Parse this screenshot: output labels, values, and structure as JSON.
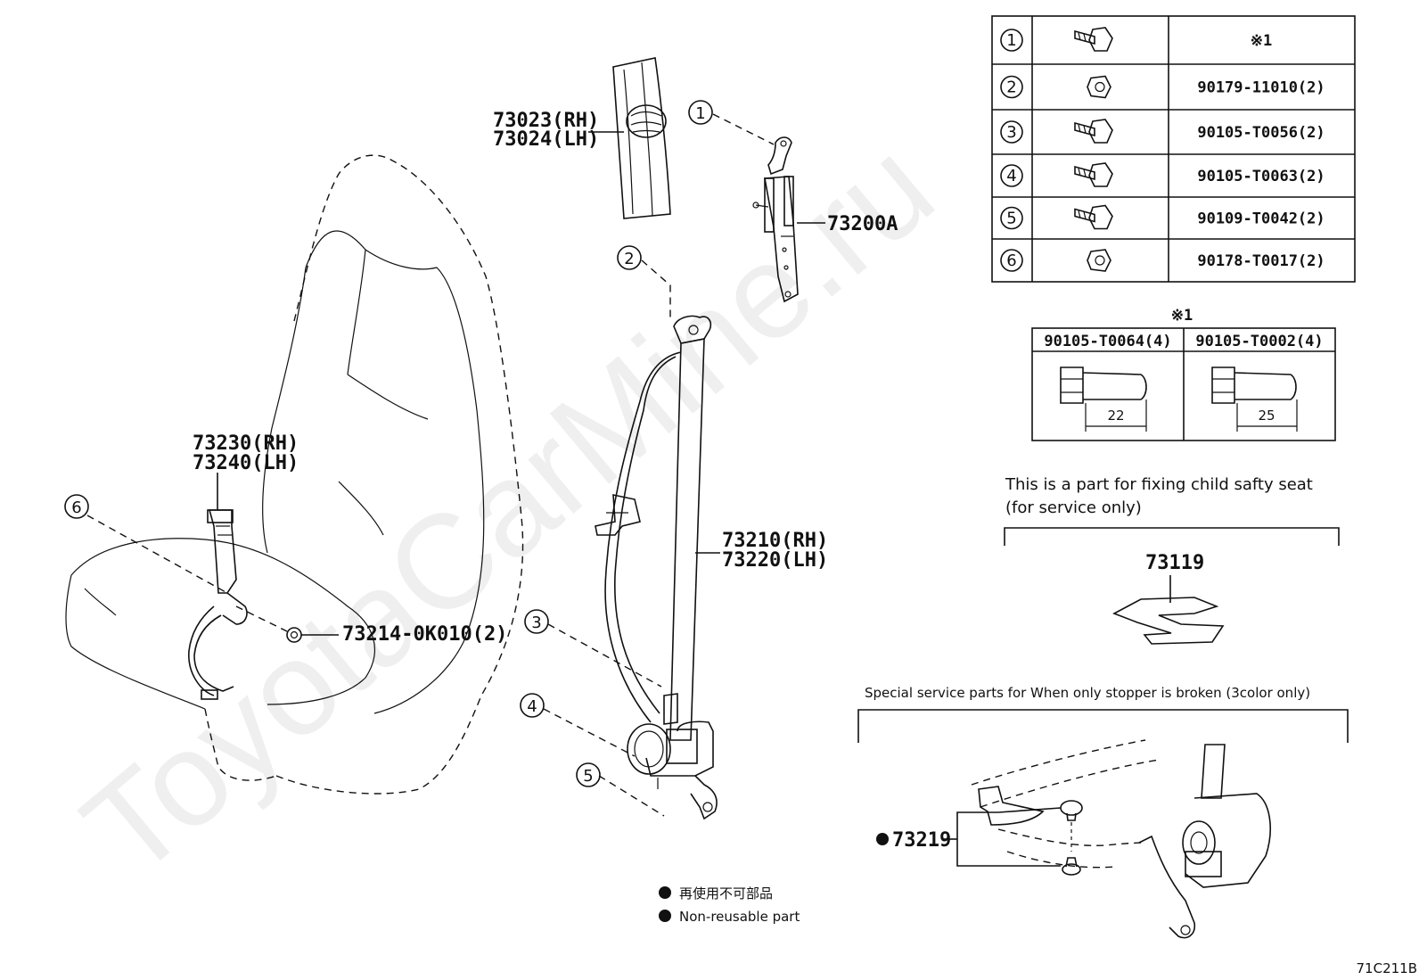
{
  "watermark": "ToyotaCarMine.ru",
  "diagram_code": "71C211B",
  "callout_labels": {
    "pillar_garnish_rh": "73023(RH)",
    "pillar_garnish_lh": "73024(LH)",
    "adjuster": "73200A",
    "belt_rh": "73210(RH)",
    "belt_lh": "73220(LH)",
    "buckle_rh": "73230(RH)",
    "buckle_lh": "73240(LH)",
    "washer": "73214-0K010(2)",
    "child_seat_part": "73119",
    "stopper_part": "73219"
  },
  "callout_numbers": [
    "1",
    "2",
    "3",
    "4",
    "5",
    "6"
  ],
  "fastener_table": [
    {
      "num": "1",
      "part": "※1"
    },
    {
      "num": "2",
      "part": "90179-11010(2)"
    },
    {
      "num": "3",
      "part": "90105-T0056(2)"
    },
    {
      "num": "4",
      "part": "90105-T0063(2)"
    },
    {
      "num": "5",
      "part": "90109-T0042(2)"
    },
    {
      "num": "6",
      "part": "90178-T0017(2)"
    }
  ],
  "sub_table": {
    "mark": "※1",
    "cols": [
      {
        "part": "90105-T0064(4)",
        "length": "22"
      },
      {
        "part": "90105-T0002(4)",
        "length": "25"
      }
    ]
  },
  "child_seat_note_line1": "This is a part for fixing child safty seat",
  "child_seat_note_line2": "(for service only)",
  "stopper_note": "Special service parts for When only stopper is broken (3color only)",
  "legend": {
    "jp": "再使用不可部品",
    "en": "Non-reusable part"
  }
}
